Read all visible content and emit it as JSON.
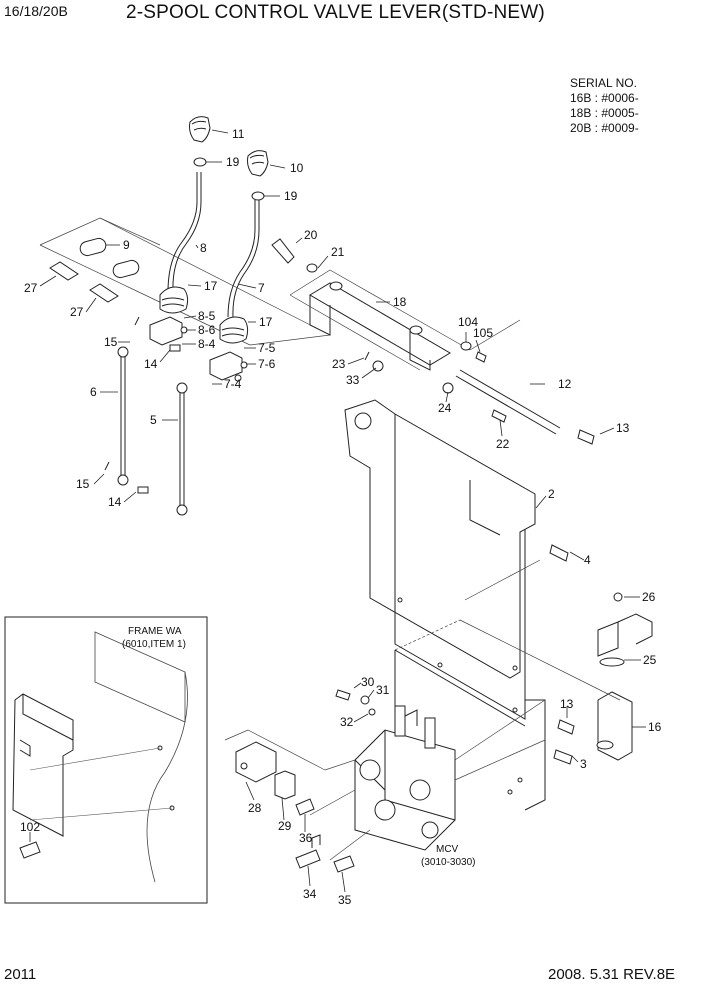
{
  "header": {
    "model": "16/18/20B",
    "title": "2-SPOOL CONTROL VALVE LEVER(STD-NEW)"
  },
  "serial": {
    "heading": "SERIAL NO.",
    "lines": [
      "16B : #0006-",
      "18B : #0005-",
      "20B : #0009-"
    ]
  },
  "inset": {
    "frame_label": "FRAME WA",
    "frame_ref": "(6010,ITEM 1)"
  },
  "mcv": {
    "label": "MCV",
    "ref": "(3010-3030)"
  },
  "callouts": [
    "11",
    "19",
    "10",
    "19",
    "8",
    "9",
    "20",
    "21",
    "27",
    "27",
    "7",
    "17",
    "18",
    "104",
    "105",
    "8-5",
    "8-6",
    "8-4",
    "15",
    "17",
    "14",
    "7-5",
    "7-6",
    "23",
    "33",
    "7-4",
    "6",
    "12",
    "24",
    "5",
    "22",
    "13",
    "15",
    "14",
    "2",
    "4",
    "26",
    "25",
    "30",
    "31",
    "13",
    "32",
    "16",
    "3",
    "28",
    "29",
    "36",
    "102",
    "34",
    "35"
  ],
  "footer": {
    "page": "2011",
    "date_rev": "2008. 5.31  REV.8E"
  }
}
